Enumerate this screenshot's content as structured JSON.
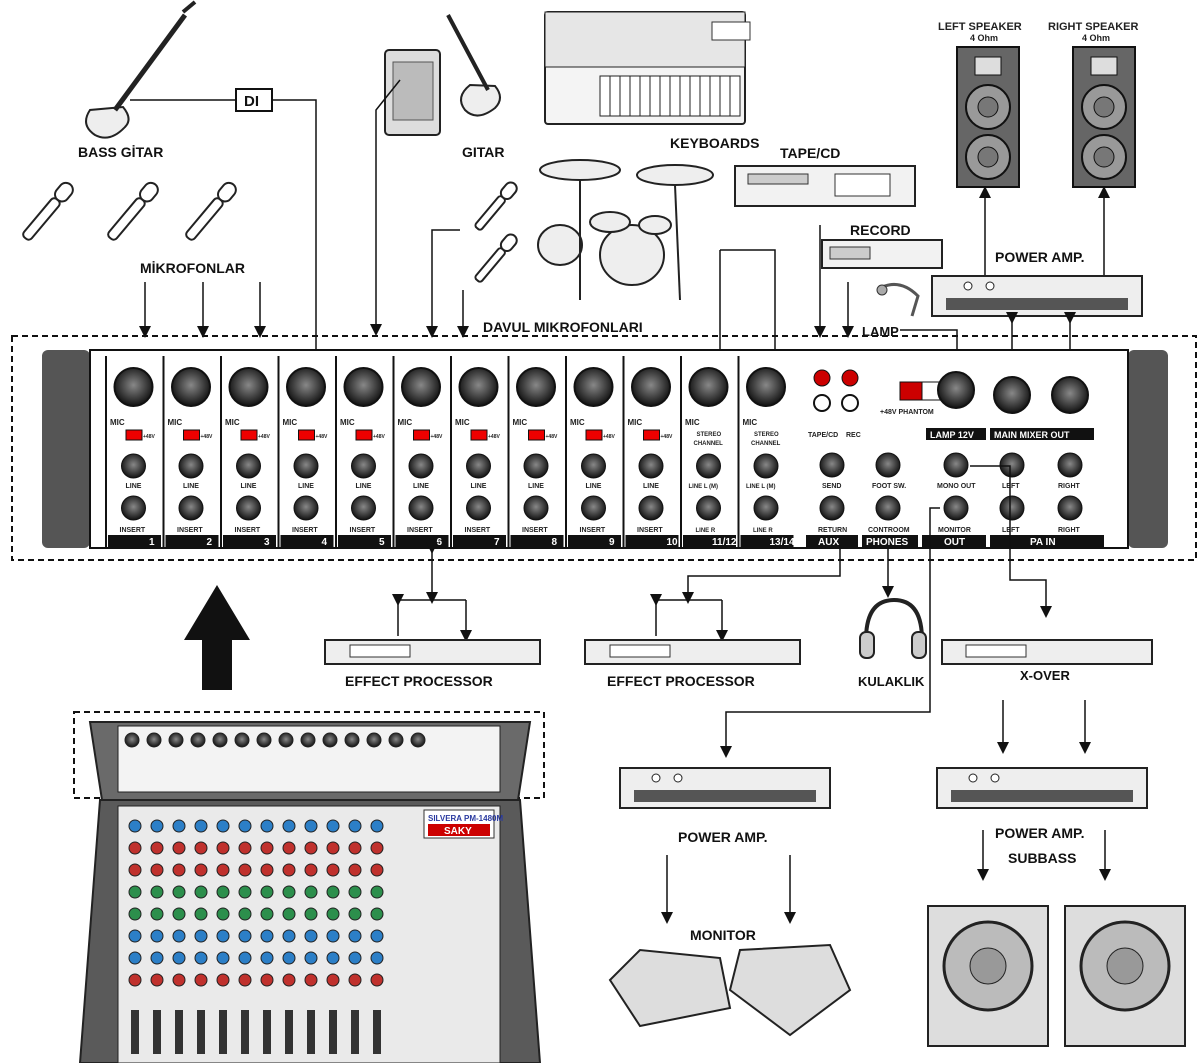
{
  "labels": {
    "bass_guitar": "BASS GİTAR",
    "di": "DI",
    "guitar": "GITAR",
    "keyboards": "KEYBOARDS",
    "tape_cd": "TAPE/CD",
    "record": "RECORD",
    "left_speaker": "LEFT SPEAKER",
    "right_speaker": "RIGHT SPEAKER",
    "ohm": "4 Ohm",
    "microphones": "MİKROFONLAR",
    "drum_mics": "DAVUL MIKROFONLARI",
    "power_amp": "POWER AMP.",
    "lamp": "LAMP",
    "effect_processor": "EFFECT PROCESSOR",
    "headphones": "KULAKLIK",
    "xover": "X-OVER",
    "monitor": "MONITOR",
    "subbass": "SUBBASS"
  },
  "panel": {
    "channels": [
      "1",
      "2",
      "3",
      "4",
      "5",
      "6",
      "7",
      "8",
      "9",
      "10"
    ],
    "stereo_channels": [
      "11/12",
      "13/14"
    ],
    "mic": "MIC",
    "p48": "+48V",
    "line": "LINE",
    "insert": "INSERT",
    "stereo_channel": "STEREO",
    "channel": "CHANNEL",
    "line_l": "LINE L (M)",
    "line_r": "LINE R",
    "tape_cd": "TAPE/CD",
    "rec": "REC",
    "send": "SEND",
    "return": "RETURN",
    "aux": "AUX",
    "phantom": "+48V PHANTOM",
    "foot_sw": "FOOT SW.",
    "control_room": "CONTROOM",
    "phones": "PHONES",
    "lamp12": "LAMP 12V",
    "mono_out": "MONO OUT",
    "monitor_out": "MONITOR",
    "out": "OUT",
    "main_mixer_out": "MAIN MIXER OUT",
    "left": "LEFT",
    "right": "RIGHT",
    "pa_in": "PA IN"
  },
  "mixer": {
    "model": "SILVERA PM-1480M",
    "brand": "SAKY"
  }
}
